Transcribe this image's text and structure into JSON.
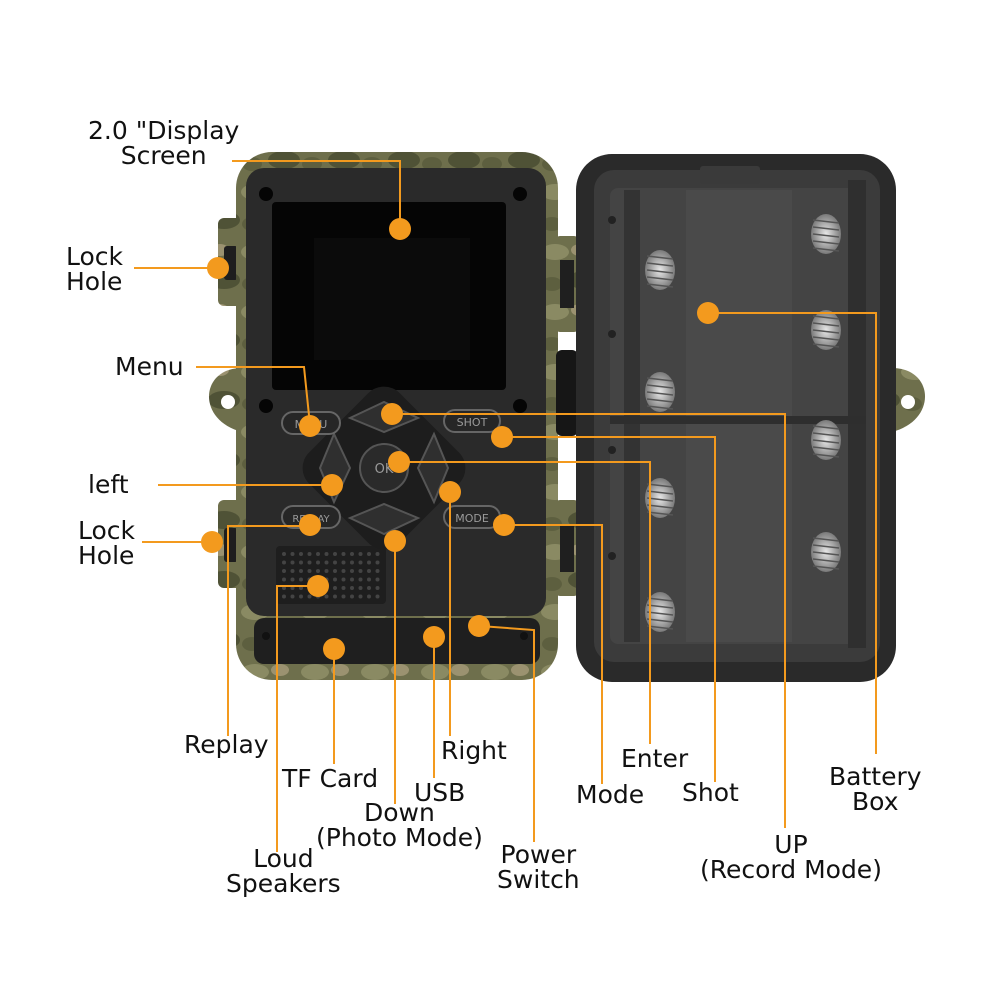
{
  "colors": {
    "callout": "#f39a1e",
    "housing": "#6e6f4c",
    "body": "#2a2a2a",
    "interior": "#3a3a3a",
    "screen_bezel": "#050505",
    "spring": "#bdbdbd"
  },
  "labels": {
    "display_screen": [
      "2.0 \"Display",
      "Screen"
    ],
    "lock_hole_top": [
      "Lock",
      "Hole"
    ],
    "menu": "Menu",
    "left": "left",
    "lock_hole_bottom": [
      "Lock",
      "Hole"
    ],
    "replay": "Replay",
    "tf_card": "TF Card",
    "usb": "USB",
    "right": "Right",
    "down": [
      "Down",
      "(Photo Mode)"
    ],
    "loud_speakers": [
      "Loud",
      "Speakers"
    ],
    "power_switch": [
      "Power",
      "Switch"
    ],
    "enter": "Enter",
    "mode": "Mode",
    "shot": "Shot",
    "battery_box": [
      "Battery",
      "Box"
    ],
    "up": [
      "UP",
      "(Record Mode)"
    ]
  },
  "buttons": {
    "menu": "MENU",
    "shot": "SHOT",
    "replay": "REPLAY",
    "mode": "MODE",
    "ok": "OK"
  }
}
